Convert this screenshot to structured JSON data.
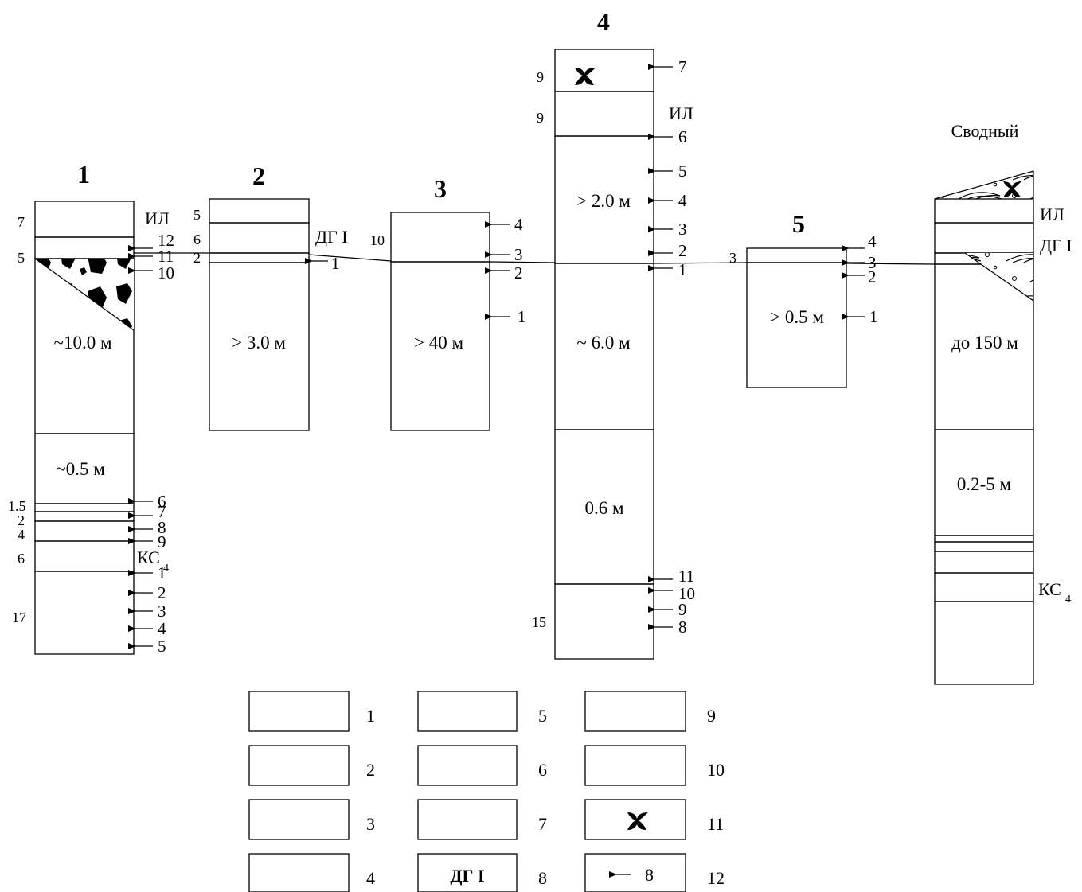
{
  "columns": [
    {
      "title": "1",
      "thicknesses": [
        {
          "text": "~10.0 м"
        },
        {
          "text": "~0.5 м"
        }
      ],
      "left_labels": [
        "7",
        "5",
        "1.5",
        "2",
        "4",
        "6",
        "17"
      ],
      "unit_labels": [
        "ИЛ",
        "КС",
        "4"
      ],
      "markers": [
        "12",
        "11",
        "10",
        "6",
        "7",
        "8",
        "9",
        "1",
        "4",
        "2",
        "3",
        "4",
        "5"
      ]
    },
    {
      "title": "2",
      "thicknesses": [
        {
          "text": "> 3.0 м"
        }
      ],
      "left_labels": [
        "5",
        "6",
        "2"
      ],
      "unit_labels": [
        "ДГ I"
      ],
      "markers": [
        "1"
      ]
    },
    {
      "title": "3",
      "thicknesses": [
        {
          "text": "> 40 м"
        }
      ],
      "left_labels": [
        "10"
      ],
      "unit_labels": [],
      "markers": [
        "4",
        "3",
        "2",
        "1"
      ]
    },
    {
      "title": "4",
      "thicknesses": [
        {
          "text": "> 2.0 м"
        },
        {
          "text": "~ 6.0 м"
        },
        {
          "text": "0.6 м"
        }
      ],
      "left_labels": [
        "9",
        "9",
        "15"
      ],
      "unit_labels": [
        "ИЛ"
      ],
      "markers": [
        "7",
        "6",
        "5",
        "4",
        "3",
        "2",
        "1",
        "11",
        "10",
        "9",
        "8"
      ]
    },
    {
      "title": "5",
      "thicknesses": [
        {
          "text": "> 0.5 м"
        }
      ],
      "left_labels": [
        "3"
      ],
      "unit_labels": [],
      "markers": [
        "4",
        "3",
        "2",
        "1"
      ]
    },
    {
      "title": "Сводный",
      "thicknesses": [
        {
          "text": "до 150 м"
        },
        {
          "text": "0.2-5 м"
        }
      ],
      "left_labels": [],
      "unit_labels": [
        "ИЛ",
        "ДГ I",
        "КС",
        "4"
      ],
      "markers": []
    }
  ],
  "legend": [
    {
      "num": "1",
      "pattern": "tuff"
    },
    {
      "num": "2",
      "pattern": "agglomerate"
    },
    {
      "num": "3",
      "pattern": "wavy-sand"
    },
    {
      "num": "4",
      "pattern": "black-blocks"
    },
    {
      "num": "5",
      "pattern": "paleosol"
    },
    {
      "num": "6",
      "pattern": "fine-pumice"
    },
    {
      "num": "7",
      "pattern": "black-scoria"
    },
    {
      "num": "8",
      "pattern": "label",
      "text": "ДГ I"
    },
    {
      "num": "9",
      "pattern": "dark-fill"
    },
    {
      "num": "10",
      "pattern": "gray-fill"
    },
    {
      "num": "11",
      "pattern": "plant-icon"
    },
    {
      "num": "12",
      "pattern": "arrow-sample",
      "text": "8"
    }
  ],
  "colors": {
    "dark": "#5a5a5a",
    "gray": "#c0c0c0",
    "line": "#000000"
  }
}
